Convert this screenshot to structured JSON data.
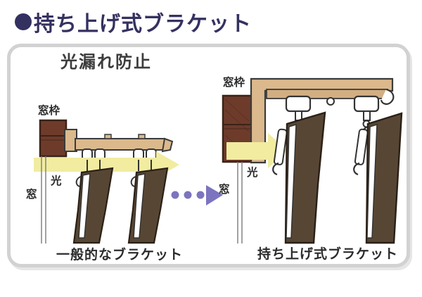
{
  "title": {
    "bullet_glyph": "●",
    "text": "持ち上げ式ブラケット"
  },
  "panel": {
    "heading": "光漏れ防止",
    "left_figure": {
      "frame_label": "窓枠",
      "light_label": "光",
      "window_label": "窓",
      "caption": "一般的なブラケット"
    },
    "right_figure": {
      "frame_label": "窓枠",
      "light_label": "光",
      "window_label": "窓",
      "caption": "持ち上げ式ブラケット"
    }
  },
  "colors": {
    "title_navy": "#343160",
    "panel_border": "#d2d2d2",
    "light_arrow_yellow": "#f1eca0",
    "rail_tan": "#dbb98c",
    "frame_brown": "#6e3b2b",
    "curtain_brown": "#584634",
    "transition_purple": "#7c74bf",
    "outline_dark": "#3a3a3a"
  }
}
